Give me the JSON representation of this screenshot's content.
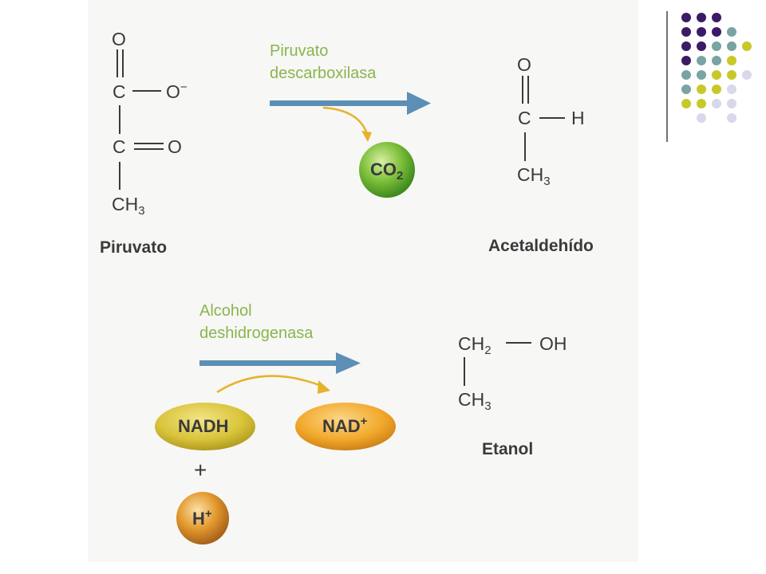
{
  "colors": {
    "enzyme_text": "#8ab54c",
    "main_arrow": "#5b8fb5",
    "side_arrow": "#e6b22a",
    "co2_ball": "#7dbf3a",
    "nadh_pill": "#d9c43a",
    "nad_pill": "#f2a92c",
    "h_ball": "#e39a2e",
    "decor_purple": "#3b1a66",
    "decor_teal": "#7aa3a3",
    "decor_yellow": "#c8c829",
    "decor_lavender": "#d8d8ea"
  },
  "pyruvate": {
    "o_top": "O",
    "c1": "C",
    "o_minus": "O",
    "o_minus_charge": "−",
    "c2": "C",
    "o_double": "O",
    "ch3": "CH",
    "ch3_sub": "3",
    "name": "Piruvato"
  },
  "reaction1": {
    "enzyme_line1": "Piruvato",
    "enzyme_line2": "descarboxilasa",
    "co2": "CO",
    "co2_sub": "2"
  },
  "acetaldehyde": {
    "o_top": "O",
    "c": "C",
    "h": "H",
    "ch3": "CH",
    "ch3_sub": "3",
    "name": "Acetaldehído"
  },
  "reaction2": {
    "enzyme_line1": "Alcohol",
    "enzyme_line2": "deshidrogenasa",
    "nadh": "NADH",
    "nad": "NAD",
    "nad_charge": "+",
    "plus": "+",
    "h": "H",
    "h_charge": "+"
  },
  "ethanol": {
    "ch2": "CH",
    "ch2_sub": "2",
    "oh": "OH",
    "ch3": "CH",
    "ch3_sub": "3",
    "name": "Etanol"
  }
}
